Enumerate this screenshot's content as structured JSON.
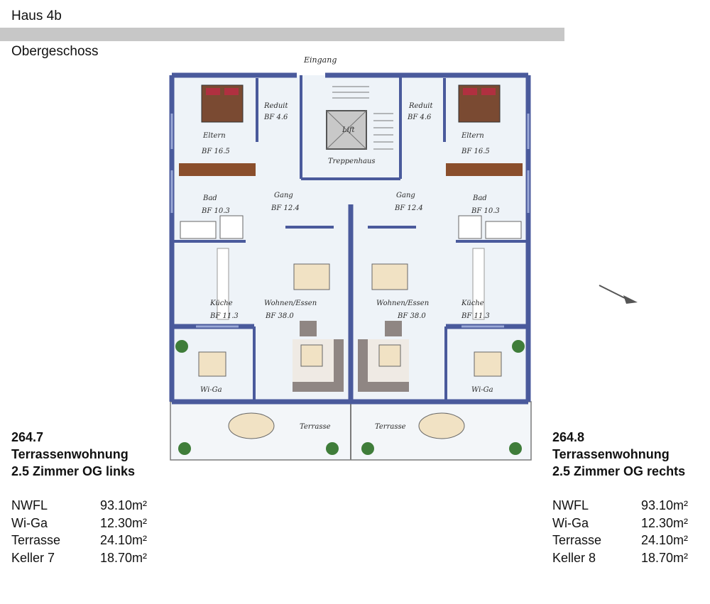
{
  "header": {
    "title": "Haus 4b",
    "floor": "Obergeschoss"
  },
  "plan": {
    "entrance": "Eingang",
    "staircase": "Treppenhaus",
    "lift": "Lift",
    "left": {
      "reduit": "Reduit",
      "reduit_area": "BF 4.6",
      "eltern": "Eltern",
      "eltern_area": "BF 16.5",
      "bad": "Bad",
      "bad_area": "BF 10.3",
      "gang": "Gang",
      "gang_area": "BF 12.4",
      "kueche": "Küche",
      "kueche_area": "BF 11.3",
      "wohnen": "Wohnen/Essen",
      "wohnen_area": "BF 38.0",
      "wiga": "Wi-Ga",
      "terrasse": "Terrasse"
    },
    "right": {
      "reduit": "Reduit",
      "reduit_area": "BF 4.6",
      "eltern": "Eltern",
      "eltern_area": "BF 16.5",
      "bad": "Bad",
      "bad_area": "BF 10.3",
      "gang": "Gang",
      "gang_area": "BF 12.4",
      "kueche": "Küche",
      "kueche_area": "BF 11.3",
      "wohnen": "Wohnen/Essen",
      "wohnen_area": "BF 38.0",
      "wiga": "Wi-Ga",
      "terrasse": "Terrasse"
    }
  },
  "units": {
    "left": {
      "number": "264.7",
      "type": "Terrassenwohnung",
      "rooms": "2.5 Zimmer OG links",
      "areas": [
        {
          "label": "NWFL",
          "value": "93.10m²"
        },
        {
          "label": "Wi-Ga",
          "value": "12.30m²"
        },
        {
          "label": "Terrasse",
          "value": "24.10m²"
        },
        {
          "label": "Keller 7",
          "value": "18.70m²"
        }
      ]
    },
    "right": {
      "number": "264.8",
      "type": "Terrassenwohnung",
      "rooms": "2.5 Zimmer OG rechts",
      "areas": [
        {
          "label": "NWFL",
          "value": "93.10m²"
        },
        {
          "label": "Wi-Ga",
          "value": "12.30m²"
        },
        {
          "label": "Terrasse",
          "value": "24.10m²"
        },
        {
          "label": "Keller 8",
          "value": "18.70m²"
        }
      ]
    }
  },
  "colors": {
    "wall": "#4a5a9c",
    "wood": "#8a4e2c",
    "floor": "#eef3f8",
    "plant": "#3f7d3a",
    "bar": "#c7c7c7"
  }
}
